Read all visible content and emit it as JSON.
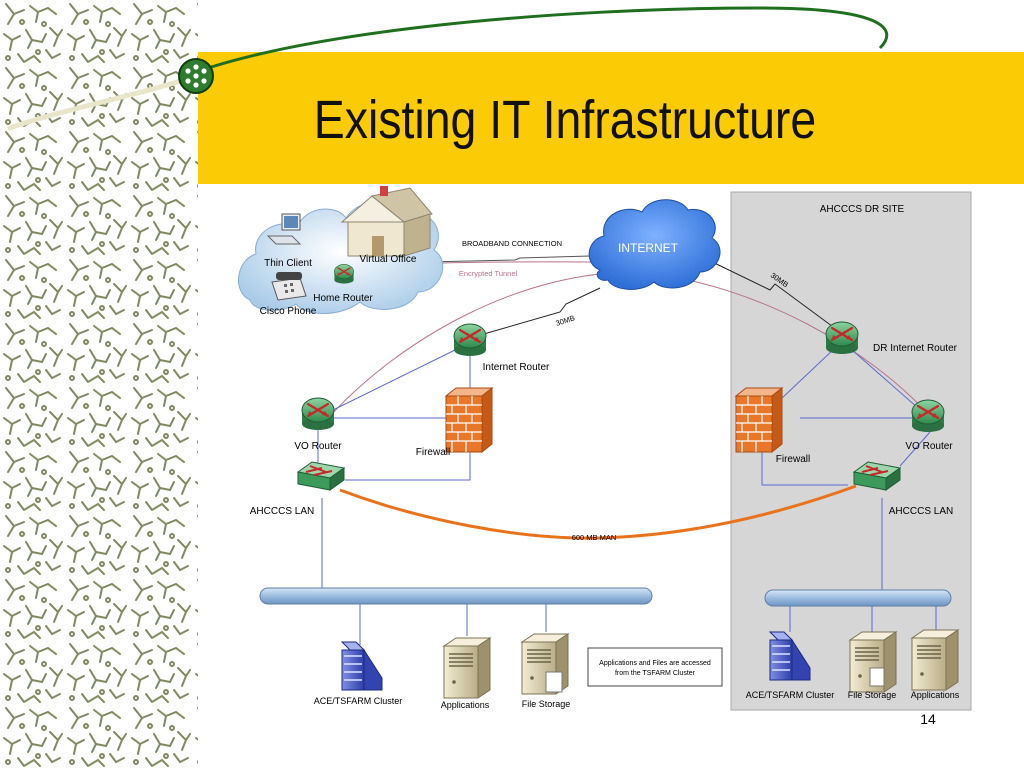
{
  "slide": {
    "title": "Existing IT Infrastructure",
    "page_number": "14"
  },
  "colors": {
    "title_band": "#fbcb05",
    "sidebar_pattern": "#7e8a62",
    "dr_site_panel": "#d6d6d6",
    "man_link": "#e8731c",
    "lan_bus": "#a9c6e4",
    "cloud": "#3d7fe0",
    "router": "#3c9a5a",
    "firewall": "#e8772a"
  },
  "diagram": {
    "internet_label": "INTERNET",
    "broadband_label": "BROADBAND CONNECTION",
    "tunnel_label": "Encrypted Tunnel",
    "link_30mb_top": "30MB",
    "link_30mb_dr": "30MB",
    "man_label": "600 MB MAN",
    "virtual_office": {
      "house_label": "Virtual Office",
      "thin_client_label": "Thin Client",
      "home_router_label": "Home Router",
      "phone_label": "Cisco Phone"
    },
    "main_site": {
      "internet_router_label": "Internet Router",
      "vo_router_label": "VO Router",
      "firewall_label": "Firewall",
      "lan_label": "AHCCCS LAN",
      "cluster_label": "ACE/TSFARM Cluster",
      "applications_label": "Applications",
      "file_storage_label": "File Storage",
      "note_line1": "Applications and Files are accessed",
      "note_line2": "from the TSFARM Cluster"
    },
    "dr_site": {
      "title": "AHCCCS DR SITE",
      "dr_router_label": "DR Internet Router",
      "vo_router_label": "VO Router",
      "firewall_label": "Firewall",
      "lan_label": "AHCCCS LAN",
      "cluster_label": "ACE/TSFARM Cluster",
      "file_storage_label": "File Storage",
      "applications_label": "Applications"
    }
  }
}
